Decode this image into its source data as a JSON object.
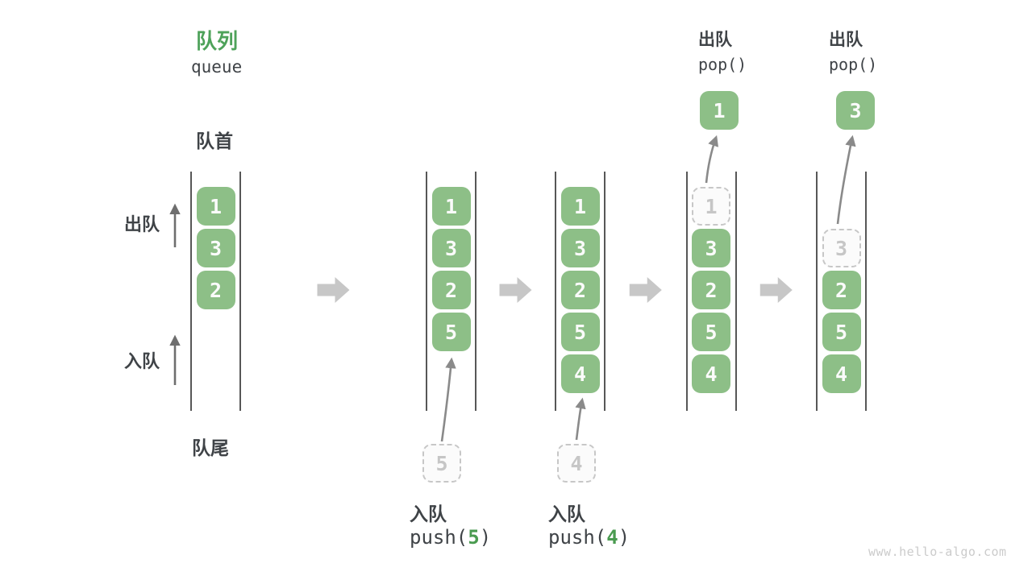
{
  "title": {
    "zh": "队列",
    "en": "queue"
  },
  "labels": {
    "front": "队首",
    "rear": "队尾",
    "dequeue_side": "出队",
    "enqueue_side": "入队"
  },
  "watermark": "www.hello-algo.com",
  "colors": {
    "item_green": "#8DBF87",
    "title_green": "#4EA25A",
    "code_green": "#4A9B50",
    "text_dark": "#3F4347",
    "wall_gray": "#575757",
    "curve_arrow_gray": "#8A8A8A",
    "side_arrow_gray": "#6E6E6E",
    "block_arrow_gray": "#C7C7C7"
  },
  "stages": [
    {
      "name": "initial",
      "items": [
        {
          "row": 0,
          "value": "1",
          "variant": "solid"
        },
        {
          "row": 1,
          "value": "3",
          "variant": "solid"
        },
        {
          "row": 2,
          "value": "2",
          "variant": "solid"
        }
      ]
    },
    {
      "name": "after-push-5",
      "items": [
        {
          "row": 0,
          "value": "1",
          "variant": "solid"
        },
        {
          "row": 1,
          "value": "3",
          "variant": "solid"
        },
        {
          "row": 2,
          "value": "2",
          "variant": "solid"
        },
        {
          "row": 3,
          "value": "5",
          "variant": "solid"
        }
      ],
      "annotation": {
        "kind": "push",
        "zh": "入队",
        "code_pre": "push(",
        "arg": "5",
        "code_post": ")",
        "staging_value": "5"
      }
    },
    {
      "name": "after-push-4",
      "items": [
        {
          "row": 0,
          "value": "1",
          "variant": "solid"
        },
        {
          "row": 1,
          "value": "3",
          "variant": "solid"
        },
        {
          "row": 2,
          "value": "2",
          "variant": "solid"
        },
        {
          "row": 3,
          "value": "5",
          "variant": "solid"
        },
        {
          "row": 4,
          "value": "4",
          "variant": "solid"
        }
      ],
      "annotation": {
        "kind": "push",
        "zh": "入队",
        "code_pre": "push(",
        "arg": "4",
        "code_post": ")",
        "staging_value": "4"
      }
    },
    {
      "name": "after-pop-1",
      "items": [
        {
          "row": 0,
          "value": "1",
          "variant": "ghost"
        },
        {
          "row": 1,
          "value": "3",
          "variant": "solid"
        },
        {
          "row": 2,
          "value": "2",
          "variant": "solid"
        },
        {
          "row": 3,
          "value": "5",
          "variant": "solid"
        },
        {
          "row": 4,
          "value": "4",
          "variant": "solid"
        }
      ],
      "annotation": {
        "kind": "pop",
        "zh": "出队",
        "code": "pop()",
        "popped_value": "1"
      }
    },
    {
      "name": "after-pop-3",
      "items": [
        {
          "row": 1,
          "value": "3",
          "variant": "ghost"
        },
        {
          "row": 2,
          "value": "2",
          "variant": "solid"
        },
        {
          "row": 3,
          "value": "5",
          "variant": "solid"
        },
        {
          "row": 4,
          "value": "4",
          "variant": "solid"
        }
      ],
      "annotation": {
        "kind": "pop",
        "zh": "出队",
        "code": "pop()",
        "popped_value": "3"
      }
    }
  ]
}
